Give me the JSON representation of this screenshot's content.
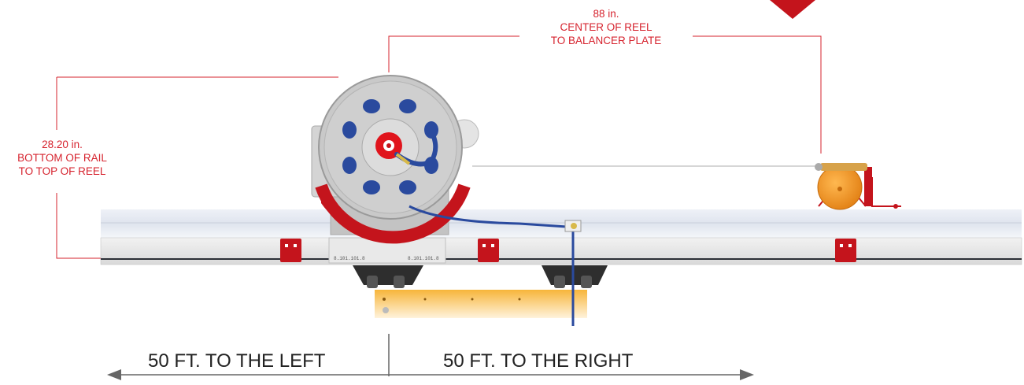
{
  "colors": {
    "dimension": "#d6232e",
    "arrow": "#666666",
    "reel_body": "#c9c9c9",
    "accent_red": "#c4141c",
    "hose_blue": "#2a4a9e",
    "balancer_orange": "#f39a1e",
    "trolley_yellow": "#f5b23c",
    "rail": "#e4e8ef"
  },
  "dimensions": {
    "horizontal": {
      "lines": [
        "88 in.",
        "CENTER OF REEL",
        "TO BALANCER PLATE"
      ]
    },
    "vertical": {
      "lines": [
        "28.20 in.",
        "BOTTOM OF RAIL",
        "TO TOP OF REEL"
      ]
    }
  },
  "travel": {
    "left": "50 FT. TO THE LEFT",
    "right": "50 FT. TO THE RIGHT"
  }
}
